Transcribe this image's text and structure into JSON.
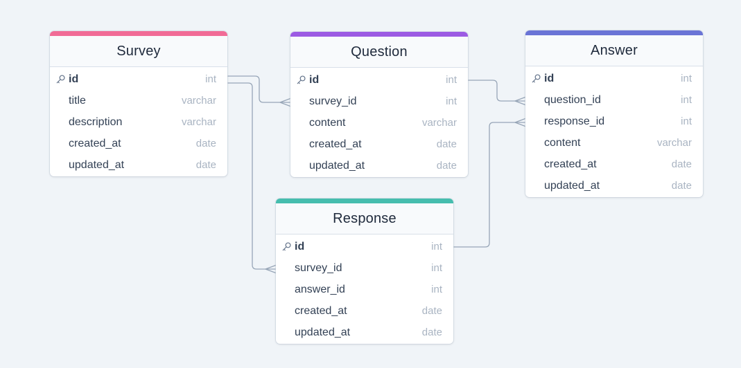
{
  "colors": {
    "survey": "#f16b96",
    "question": "#9c5be3",
    "answer": "#6a74d6",
    "response": "#46bdae",
    "connector": "#97a5b7"
  },
  "tables": {
    "survey": {
      "name": "Survey",
      "columns": [
        {
          "name": "id",
          "type": "int",
          "pk": true
        },
        {
          "name": "title",
          "type": "varchar"
        },
        {
          "name": "description",
          "type": "varchar"
        },
        {
          "name": "created_at",
          "type": "date"
        },
        {
          "name": "updated_at",
          "type": "date"
        }
      ]
    },
    "question": {
      "name": "Question",
      "columns": [
        {
          "name": "id",
          "type": "int",
          "pk": true
        },
        {
          "name": "survey_id",
          "type": "int"
        },
        {
          "name": "content",
          "type": "varchar"
        },
        {
          "name": "created_at",
          "type": "date"
        },
        {
          "name": "updated_at",
          "type": "date"
        }
      ]
    },
    "answer": {
      "name": "Answer",
      "columns": [
        {
          "name": "id",
          "type": "int",
          "pk": true
        },
        {
          "name": "question_id",
          "type": "int"
        },
        {
          "name": "response_id",
          "type": "int"
        },
        {
          "name": "content",
          "type": "varchar"
        },
        {
          "name": "created_at",
          "type": "date"
        },
        {
          "name": "updated_at",
          "type": "date"
        }
      ]
    },
    "response": {
      "name": "Response",
      "columns": [
        {
          "name": "id",
          "type": "int",
          "pk": true
        },
        {
          "name": "survey_id",
          "type": "int"
        },
        {
          "name": "answer_id",
          "type": "int"
        },
        {
          "name": "created_at",
          "type": "date"
        },
        {
          "name": "updated_at",
          "type": "date"
        }
      ]
    }
  },
  "relationships": [
    {
      "from": "survey.id",
      "to": "question.survey_id",
      "cardinality": "one-to-many"
    },
    {
      "from": "survey.id",
      "to": "response.survey_id",
      "cardinality": "one-to-many"
    },
    {
      "from": "question.id",
      "to": "answer.question_id",
      "cardinality": "one-to-many"
    },
    {
      "from": "response.id",
      "to": "answer.response_id",
      "cardinality": "one-to-many"
    }
  ]
}
